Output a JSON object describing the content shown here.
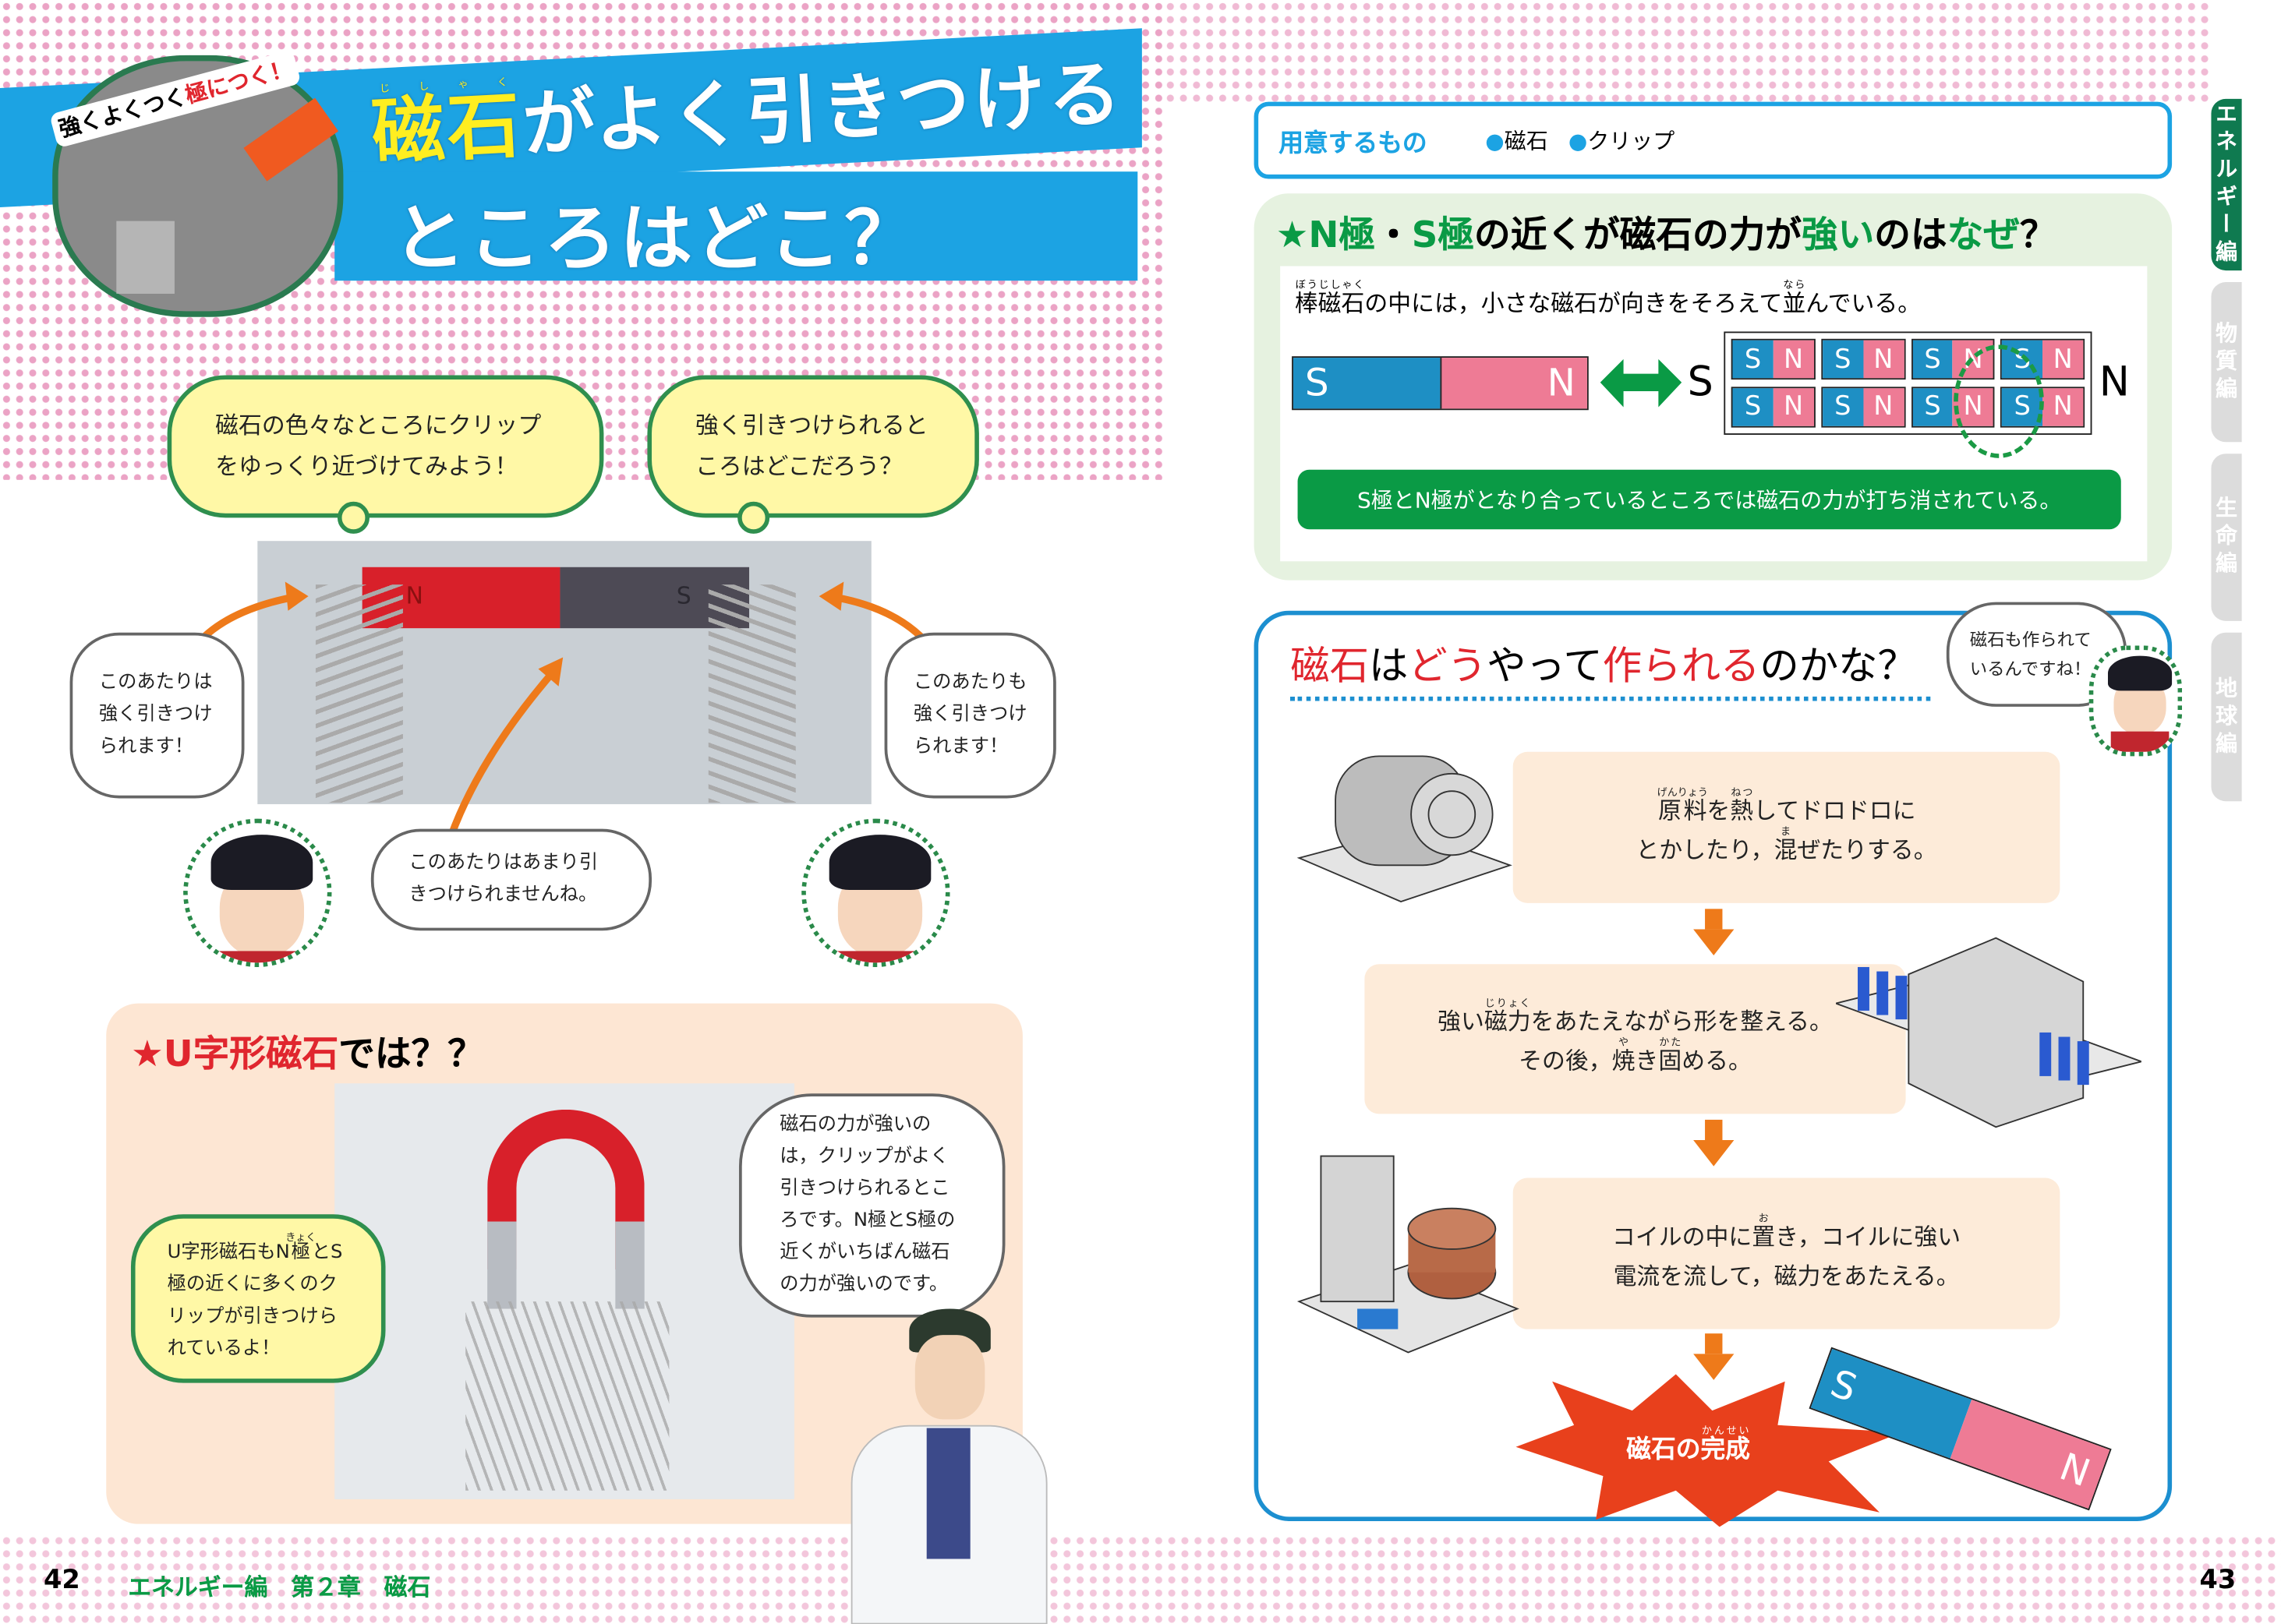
{
  "colors": {
    "blue": "#1ca3e3",
    "green": "#0a9a45",
    "pink_dots": "#e68cb7",
    "peach": "#fde6d3",
    "orange": "#ee7a1a",
    "magnet_s": "#1e8fc4",
    "magnet_n": "#ee7b95",
    "red": "#e0262e"
  },
  "left_page": {
    "photo_caption": [
      {
        "t": "強くよくつく"
      },
      {
        "t": "極につく！",
        "c": "r"
      }
    ],
    "title_line1": [
      {
        "t": "磁石",
        "c": "y",
        "r": "じしゃく"
      },
      {
        "t": "がよく引きつける"
      }
    ],
    "title_line2": "ところはどこ？",
    "bubble_left": "磁石の色々なところにクリップをゆっくり近づけてみよう！",
    "bubble_right": "強く引きつけられるところはどこだろう？",
    "magnet_labels": {
      "n": "N",
      "s": "S"
    },
    "side_bubble_left": "このあたりは強く引きつけられます！",
    "side_bubble_right": "このあたりも強く引きつけられます！",
    "center_bubble": "このあたりはあまり引きつけられませんね。",
    "u_section": {
      "title": [
        {
          "t": "★U字形磁石",
          "c": "r"
        },
        {
          "t": "では？？"
        }
      ],
      "yellow_bubble": [
        {
          "t": "U字形磁石もN"
        },
        {
          "t": "極",
          "r": "きょく"
        },
        {
          "t": "とS極の近くに多くのクリップが引きつけられているよ！"
        }
      ],
      "white_bubble": "磁石の力が強いのは，クリップがよく引きつけられるところです。N極とS極の近くがいちばん磁石の力が強いのです。"
    },
    "footer": {
      "page_number": "42",
      "chapter": "エネルギー編　第２章　磁石"
    }
  },
  "right_page": {
    "materials": {
      "label": "用意するもの",
      "items": [
        "磁石",
        "クリップ"
      ]
    },
    "why_section": {
      "title": [
        {
          "t": "★N極",
          "c": "g"
        },
        {
          "t": "・"
        },
        {
          "t": "S極",
          "c": "g"
        },
        {
          "t": "の近くが磁石の力が"
        },
        {
          "t": "強い",
          "c": "g"
        },
        {
          "t": "のは"
        },
        {
          "t": "なぜ",
          "c": "g"
        },
        {
          "t": "？"
        }
      ],
      "text": [
        {
          "t": "棒磁石",
          "r": "ぼうじしゃく"
        },
        {
          "t": "の中には，小さな磁石が向きをそろえて"
        },
        {
          "t": "並",
          "r": "なら"
        },
        {
          "t": "んでいる。"
        }
      ],
      "bar_s": "S",
      "bar_n": "N",
      "outer_s": "S",
      "outer_n": "N",
      "grid_rows": 2,
      "grid_cols": 4,
      "banner": "S極とN極がとなり合っているところでは磁石の力が打ち消されている。"
    },
    "making_section": {
      "title": [
        {
          "t": "磁石",
          "c": "r"
        },
        {
          "t": "は"
        },
        {
          "t": "どう",
          "c": "r"
        },
        {
          "t": "やって"
        },
        {
          "t": "作られる",
          "c": "r"
        },
        {
          "t": "のかな？"
        }
      ],
      "bubble": "磁石も作られているんですね！",
      "steps": [
        [
          {
            "t": "原料",
            "r": "げんりょう"
          },
          {
            "t": "を"
          },
          {
            "t": "熱",
            "r": "ねつ"
          },
          {
            "t": "してドロドロに"
          },
          {
            "br": true
          },
          {
            "t": "とかしたり，"
          },
          {
            "t": "混",
            "r": "ま"
          },
          {
            "t": "ぜたりする。"
          }
        ],
        [
          {
            "t": "強い"
          },
          {
            "t": "磁力",
            "r": "じりょく"
          },
          {
            "t": "をあたえながら形を整える。"
          },
          {
            "br": true
          },
          {
            "t": "その後，"
          },
          {
            "t": "焼",
            "r": "や"
          },
          {
            "t": "き"
          },
          {
            "t": "固",
            "r": "かた"
          },
          {
            "t": "める。"
          }
        ],
        [
          {
            "t": "コイルの中に"
          },
          {
            "t": "置",
            "r": "お"
          },
          {
            "t": "き，コイルに強い"
          },
          {
            "br": true
          },
          {
            "t": "電流を流して，磁力をあたえる。"
          }
        ]
      ],
      "final": [
        {
          "t": "磁石の"
        },
        {
          "t": "完成",
          "r": "かんせい"
        }
      ],
      "final_magnet": {
        "s": "S",
        "n": "N"
      }
    },
    "tabs": [
      {
        "label": "エネルギー編",
        "active": true
      },
      {
        "label": "物質編",
        "active": false
      },
      {
        "label": "生命編",
        "active": false
      },
      {
        "label": "地球編",
        "active": false
      }
    ],
    "footer": {
      "page_number": "43"
    }
  }
}
